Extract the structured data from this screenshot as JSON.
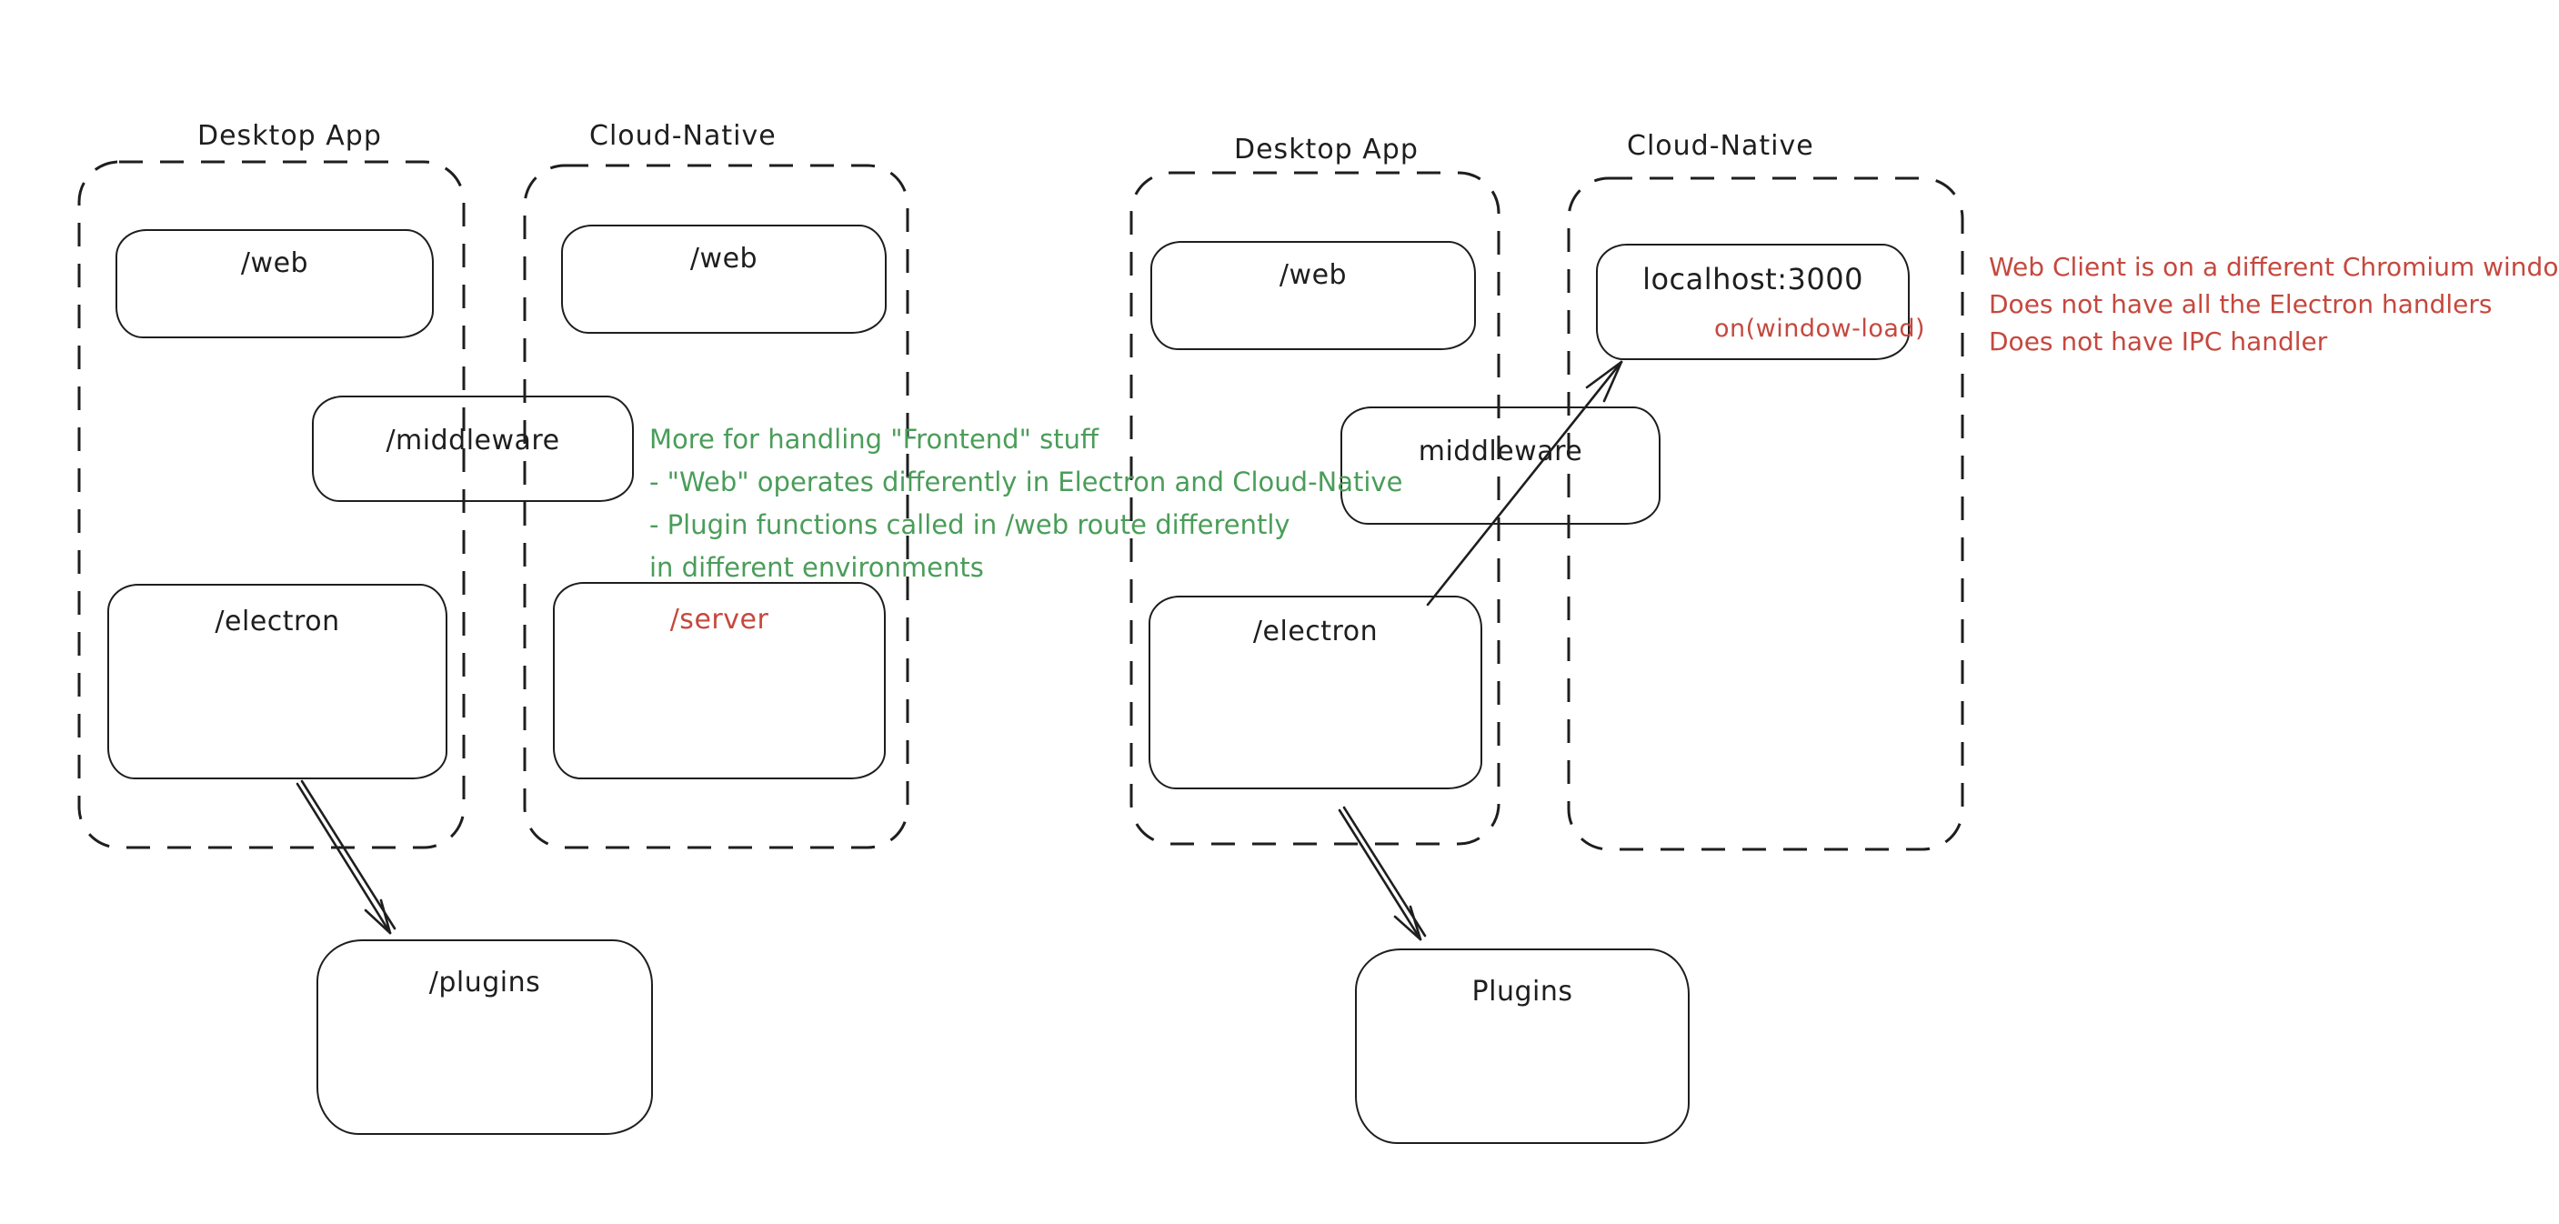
{
  "palette": {
    "background": "#ffffff",
    "ink": "#1e1e1e",
    "red": "#c5483e",
    "green": "#4a9d59"
  },
  "left_diagram": {
    "desktop_container": {
      "title": "Desktop App",
      "web_node": "/web",
      "electron_node": "/electron"
    },
    "cloud_container": {
      "title": "Cloud-Native",
      "web_node": "/web",
      "server_node": "/server"
    },
    "middleware_node": "/middleware",
    "plugins_node": "/plugins",
    "green_note_lines": [
      "More for handling \"Frontend\" stuff",
      "- \"Web\" operates differently in Electron and Cloud-Native",
      "- Plugin functions called in /web route differently",
      "in different environments"
    ]
  },
  "right_diagram": {
    "desktop_container": {
      "title": "Desktop App",
      "web_node": "/web",
      "electron_node": "/electron"
    },
    "cloud_container": {
      "title": "Cloud-Native",
      "localhost_node": "localhost:3000",
      "on_window_load_label": "on(window-load)"
    },
    "middleware_node": "middleware",
    "plugins_node": "Plugins",
    "red_note_lines": [
      "Web Client is on a different Chromium window",
      "Does not have all the Electron handlers",
      "Does not have IPC handler"
    ]
  }
}
